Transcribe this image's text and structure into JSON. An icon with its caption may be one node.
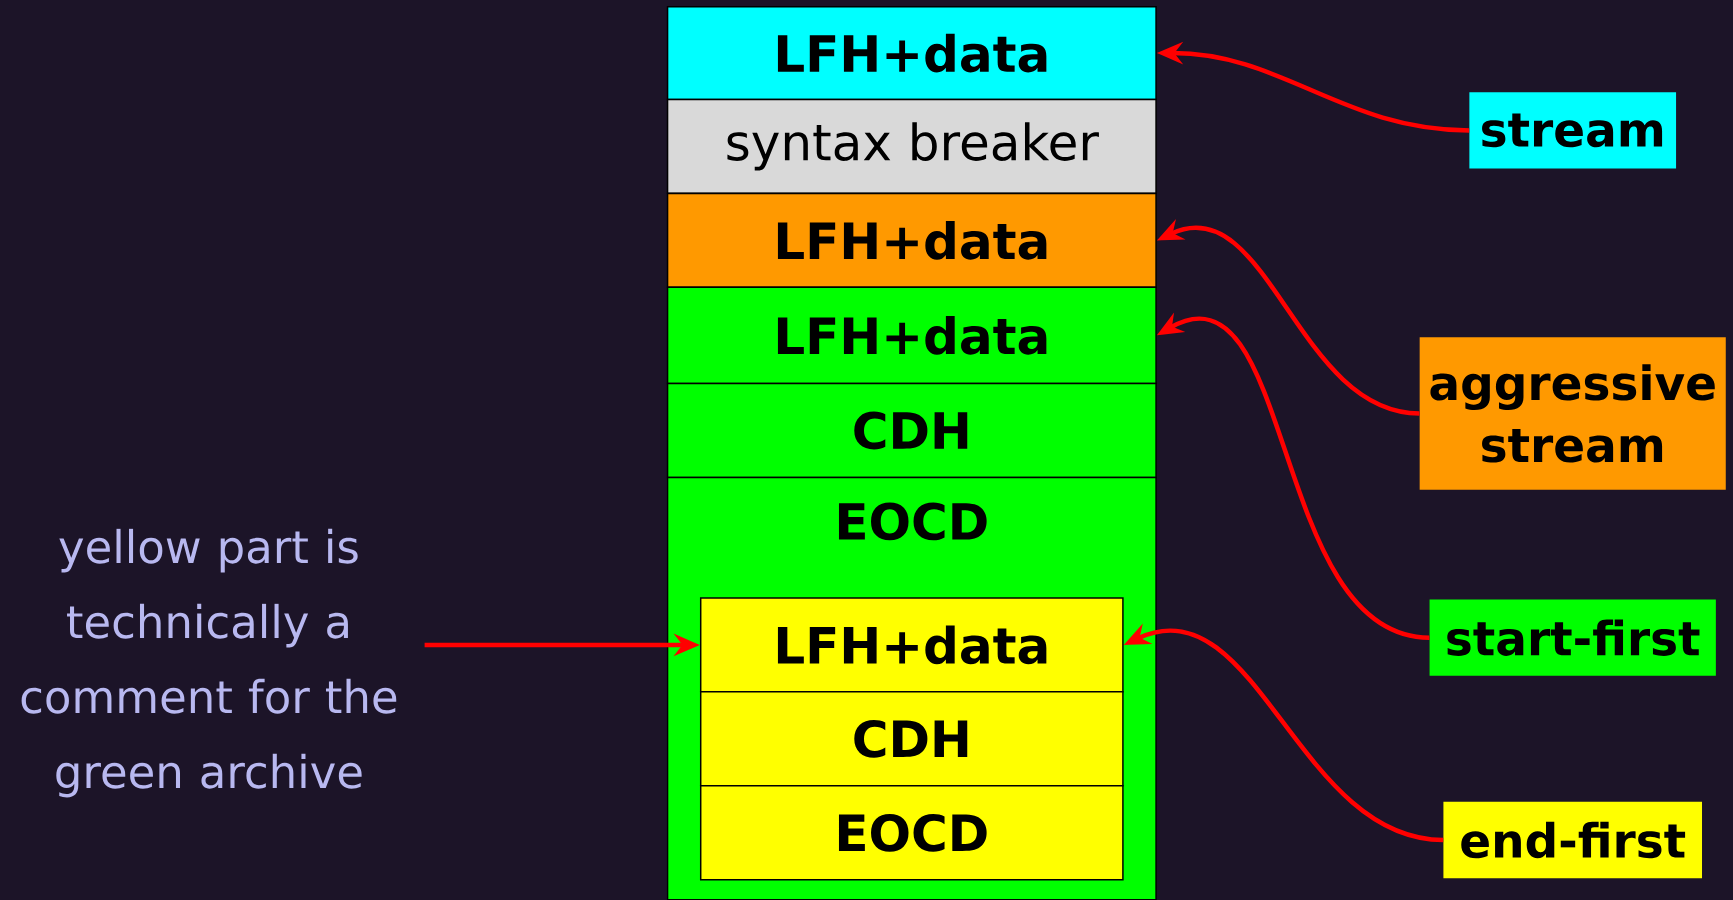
{
  "diagram": {
    "nodes": [
      {
        "text": [
          "LFH+data"
        ]
      },
      {
        "text": [
          "syntax breaker"
        ]
      },
      {
        "text": [
          "LFH+data"
        ]
      },
      {
        "text": [
          "LFH+data"
        ]
      },
      {
        "text": [
          "CDH"
        ]
      },
      {
        "text": [
          "EOCD"
        ]
      },
      {
        "text": [
          "LFH+data"
        ],
        "in": 5
      },
      {
        "text": [
          "CDH"
        ],
        "in": 5
      },
      {
        "text": [
          "EOCD"
        ],
        "in": 5
      },
      {
        "text": [
          "stream"
        ]
      },
      {
        "text": [
          "aggressive stream"
        ]
      },
      {
        "text": [
          "start-first"
        ]
      },
      {
        "text": [
          "end-first"
        ]
      },
      {
        "text": [
          "yellow part is technically a comment for the green archive"
        ]
      }
    ],
    "edges": [
      {
        "from": 9,
        "to": 0,
        "arrow": "to"
      },
      {
        "from": 10,
        "to": 2,
        "arrow": "to"
      },
      {
        "from": 11,
        "to": 3,
        "arrow": "to"
      },
      {
        "from": 12,
        "to": 6,
        "arrow": "to"
      },
      {
        "from": 13,
        "to": 6,
        "arrow": "to"
      }
    ]
  }
}
